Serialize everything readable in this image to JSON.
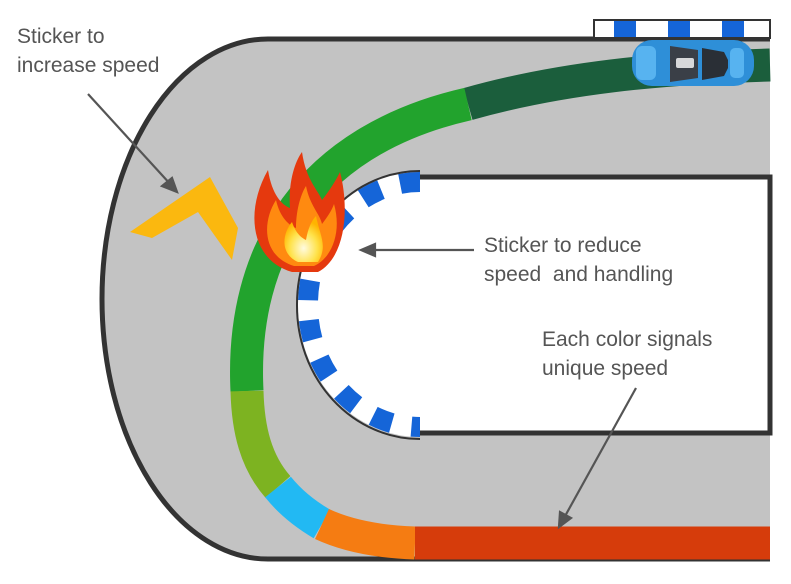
{
  "annotations": {
    "increase_speed": {
      "line1": "Sticker to",
      "line2": "increase speed"
    },
    "reduce_speed": {
      "line1": "Sticker to reduce",
      "line2": "speed  and handling"
    },
    "color_speed": {
      "line1": "Each color signals",
      "line2": "unique speed"
    }
  },
  "colors": {
    "track_surface": "#c3c3c3",
    "track_border": "#333333",
    "label_text": "#555555",
    "arrow": "#555555",
    "sticker_increase": "#fbb80f",
    "curb_blue": "#1565d8",
    "car_body": "#2e8fd8",
    "speed_segments": [
      "#1b5e3c",
      "#22a32d",
      "#7db321",
      "#22b9f3",
      "#f57c12",
      "#d63c0b"
    ]
  },
  "icons": {
    "car": "car-icon",
    "fire": "fire-icon",
    "chevron_sticker": "chevron-sticker-icon",
    "checkered_flag": "checkered-flag-icon"
  }
}
